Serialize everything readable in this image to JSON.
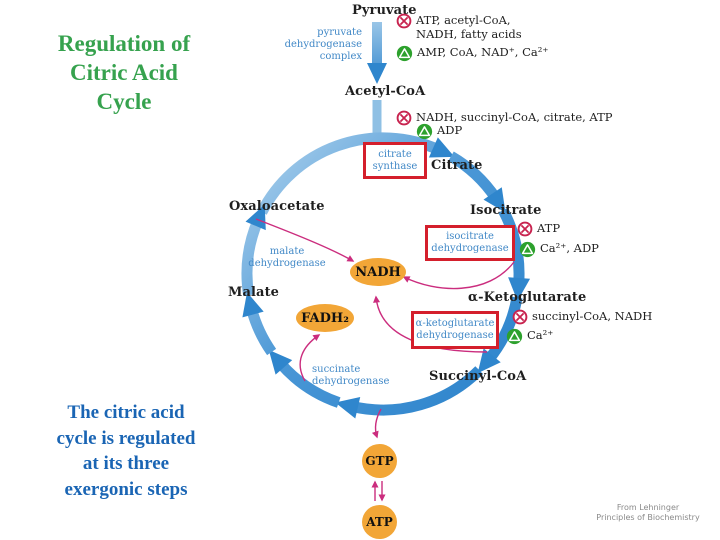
{
  "slide": {
    "title": "Regulation of\nCitric Acid\nCycle",
    "caption": "The citric acid\ncycle is regulated\nat its three\nexergonic steps",
    "attribution": "From Lehninger\nPrinciples of Biochemistry"
  },
  "metabolites": {
    "pyruvate": "Pyruvate",
    "acetyl_coa": "Acetyl-CoA",
    "citrate": "Citrate",
    "isocitrate": "Isocitrate",
    "alpha_ketoglutarate": "α-Ketoglutarate",
    "succinyl_coa": "Succinyl-CoA",
    "malate": "Malate",
    "oxaloacetate": "Oxaloacetate"
  },
  "enzymes": {
    "pdh": "pyruvate\ndehydrogenase\ncomplex",
    "citrate_synthase": "citrate\nsynthase",
    "isocitrate_dh": "isocitrate\ndehydrogenase",
    "akg_dh": "α-ketoglutarate\ndehydrogenase",
    "malate_dh": "malate\ndehydrogenase",
    "succinate_dh": "succinate\ndehydrogenase"
  },
  "regulators": {
    "pdh_inhibitors": "ATP, acetyl-CoA,\nNADH, fatty acids",
    "pdh_activators": "AMP, CoA, NAD⁺, Ca²⁺",
    "cs_inhibitors": "NADH, succinyl-CoA, citrate, ATP",
    "cs_activators": "ADP",
    "idh_inhibitors": "ATP",
    "idh_activators": "Ca²⁺, ADP",
    "kgdh_inhibitors": "succinyl-CoA, NADH",
    "kgdh_activators": "Ca²⁺"
  },
  "products": {
    "nadh": "NADH",
    "fadh2": "FADH₂",
    "gtp": "GTP",
    "atp": "ATP"
  },
  "colors": {
    "cycle_blue": "#2a82cb",
    "cycle_blue_light": "#abd0ec",
    "enzyme_text_blue": "#4289c7",
    "highlight_box_red": "#d41f2c",
    "regulation_arrow_pink": "#cb2d7e",
    "inhibitor_red": "#c8234f",
    "activator_green": "#2da12d",
    "cofactor_orange": "#f2a637",
    "title_green": "#36a24e",
    "caption_blue": "#1a65b4"
  }
}
